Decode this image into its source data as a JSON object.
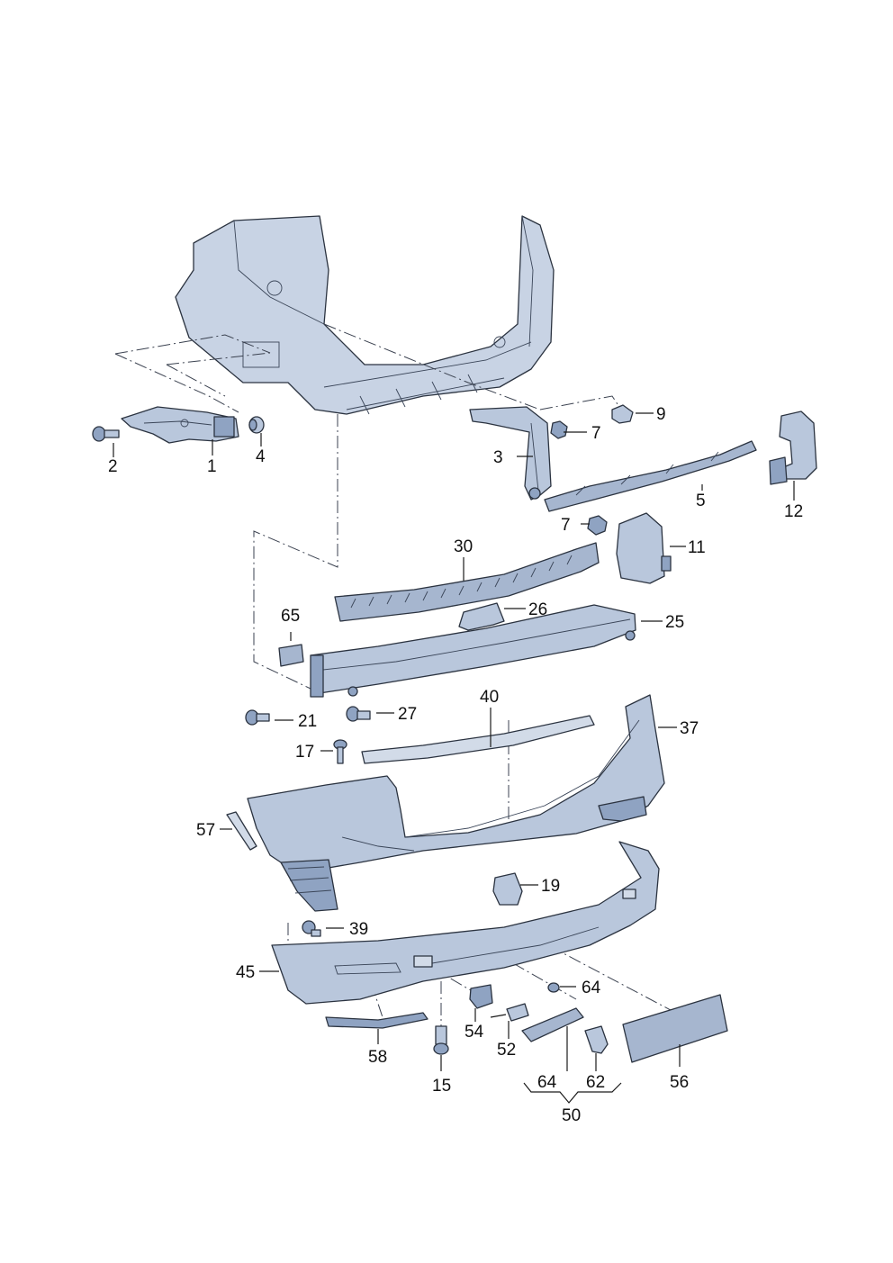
{
  "callouts": {
    "p1": "1",
    "p2": "2",
    "p3": "3",
    "p4": "4",
    "p5": "5",
    "p7a": "7",
    "p7b": "7",
    "p9": "9",
    "p11": "11",
    "p12": "12",
    "p15": "15",
    "p17": "17",
    "p19": "19",
    "p21": "21",
    "p25": "25",
    "p26": "26",
    "p27": "27",
    "p30": "30",
    "p37": "37",
    "p39": "39",
    "p40": "40",
    "p45": "45",
    "p50": "50",
    "p52": "52",
    "p54": "54",
    "p56": "56",
    "p57": "57",
    "p58": "58",
    "p62": "62",
    "p64a": "64",
    "p64b": "64",
    "p65": "65"
  },
  "colors": {
    "part_fill": "#b9c7dc",
    "part_shade": "#8fa3c2",
    "outline": "#2b3340"
  }
}
